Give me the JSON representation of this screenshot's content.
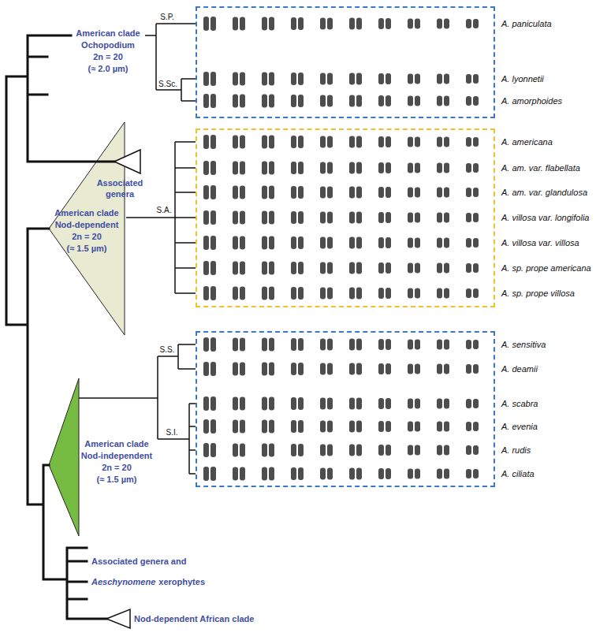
{
  "diagram": {
    "nodes": [
      {
        "text": [
          "A. paniculata",
          "A. lyonnetii",
          "A. amorphoides"
        ]
      },
      {
        "text": [
          "A. americana",
          "A. am. var. flabellata",
          "A. am. var. glandulosa",
          "A. villosa var. longifolia",
          "A. villosa var. villosa",
          "A. sp. prope americana",
          "A. sp. prope villosa"
        ]
      },
      {
        "text": [
          "A. sensitiva",
          "A. deamii",
          "A. scabra",
          "A. evenia",
          "A. rudis",
          "A. ciliata"
        ]
      }
    ],
    "labels": [
      "American clade",
      "Ochopodium",
      "2n = 20",
      "(≈ 2.0 µm)",
      "Associated",
      "genera",
      "American clade",
      "Nod-dependent",
      "2n = 20",
      "(≈ 1.5 µm)",
      "American clade",
      "Nod-independent",
      "2n = 20",
      "(≈ 1.5 µm)",
      "Associated genera and",
      "Aeschynomene",
      "xerophytes",
      "Nod-dependent African clade",
      "S.P.",
      "S.Sc.",
      "S.A.",
      "S.S.",
      "S.I."
    ]
  }
}
